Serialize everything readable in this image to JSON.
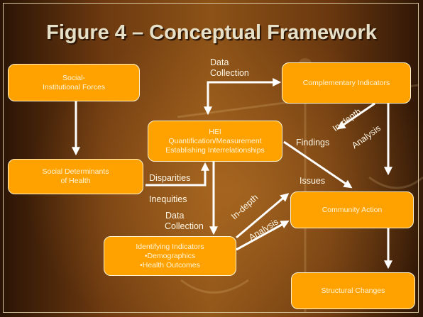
{
  "title": "Figure 4 – Conceptual Framework",
  "boxes": {
    "social_forces": [
      "Social-",
      "Institutional Forces"
    ],
    "social_determinants": [
      "Social Determinants",
      "of Health"
    ],
    "hei": [
      "HEI",
      "Quantification/Measurement",
      "Establishing Interrelationships"
    ],
    "complementary": [
      "Complementary Indicators"
    ],
    "identifying": [
      "Identifying Indicators",
      "•Demographics",
      "•Health Outcomes"
    ],
    "community_action": [
      "Community Action"
    ],
    "structural_changes": [
      "Structural Changes"
    ]
  },
  "labels": {
    "data_collection_top": [
      "Data",
      "Collection"
    ],
    "disparities": "Disparities",
    "inequities": "Inequities",
    "data_collection_mid": [
      "Data",
      "Collection"
    ],
    "findings": "Findings",
    "issues": "Issues",
    "in_depth_top": "In-depth",
    "analysis_top": "Analysis",
    "in_depth_bottom": "In-depth",
    "analysis_bottom": "Analysis"
  },
  "colors": {
    "box_fill": "#ffa200",
    "box_border": "#fff3d0",
    "arrow": "#ffffff",
    "title": "#e6e0c8"
  }
}
